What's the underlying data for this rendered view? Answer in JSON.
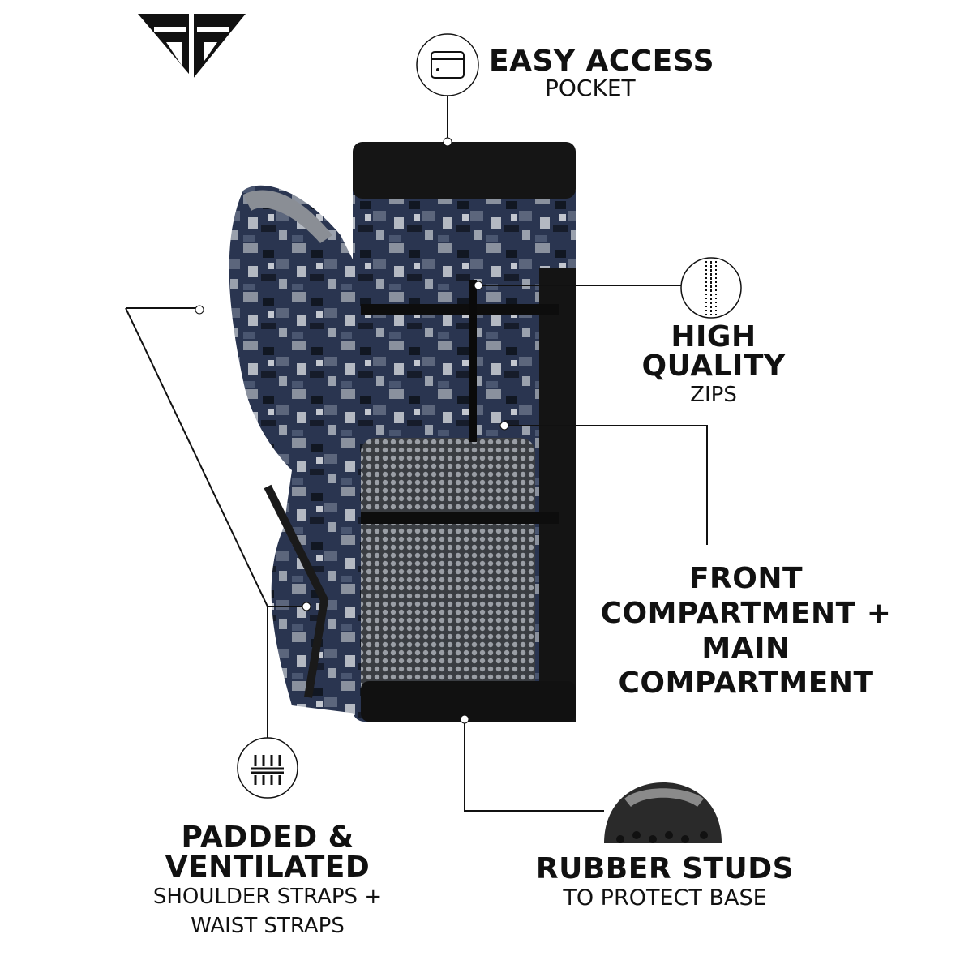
{
  "brand": {
    "logo_name": "brand-logo",
    "colors": {
      "text": "#111111",
      "camo_dark": "#1f2a3e",
      "camo_mid": "#4a5670",
      "camo_light": "#9aa1ad"
    }
  },
  "features": {
    "easy_access": {
      "title": "EASY ACCESS",
      "subtitle": "POCKET",
      "icon": "pocket-icon"
    },
    "zips": {
      "title_1": "HIGH",
      "title_2": "QUALITY",
      "subtitle": "ZIPS",
      "icon": "zipper-icon"
    },
    "compartment": {
      "line_1": "FRONT",
      "line_2": "COMPARTMENT +",
      "line_3": "MAIN",
      "line_4": "COMPARTMENT"
    },
    "studs": {
      "title": "RUBBER STUDS",
      "subtitle": "TO PROTECT BASE"
    },
    "straps": {
      "title_1": "PADDED &",
      "title_2": "VENTILATED",
      "subtitle_1": "SHOULDER STRAPS +",
      "subtitle_2": "WAIST STRAPS",
      "icon": "ventilation-icon"
    }
  }
}
